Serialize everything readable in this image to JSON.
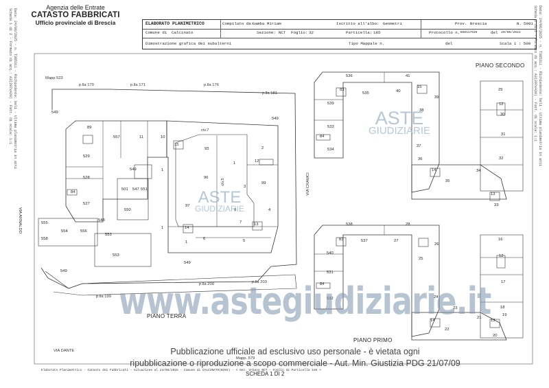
{
  "office": {
    "line1": "Agenzia delle Entrate",
    "line2": "CATASTO FABBRICATI",
    "line3": "Ufficio provinciale di  Brescia"
  },
  "header": {
    "title": "ELABORATO PLANIMETRICO",
    "compilato_label": "Compilato da:",
    "compilato_value": "Gamba Miriam",
    "iscritto_label": "Iscritto all'albo:",
    "iscritto_value": "Geometri",
    "prov_label": "Prov.",
    "prov_value": "Brescia",
    "n_label": "N.",
    "n_value": "5981",
    "comune_label": "Comune di",
    "comune_value": "Calcinato",
    "sezione_label": "Sezione:",
    "sezione_value": "NCT",
    "foglio_label": "Foglio:",
    "foglio_value": "32",
    "particella_label": "Particella:",
    "particella_value": "185",
    "protocollo_label": "Protocollo n.",
    "protocollo_value": "BS0117639",
    "del_label": "del",
    "del_value": "20/06/2022",
    "dimostrazione": "Dimostrazione grafica dei subalterni",
    "tipo_label": "Tipo Mappale n.",
    "tipo_del": "del",
    "scala_label": "Scala 1 : 500"
  },
  "plans": {
    "terra": "PIANO TERRA",
    "primo": "PIANO PRIMO",
    "secondo": "PIANO SECONDO"
  },
  "labels": {
    "mapp523": "Mapp 523",
    "pla170": "p.lla 170",
    "pla171": "p.lla 171",
    "pla176": "p.lla 176",
    "pla181": "p.lla 181",
    "pla199": "p.lla 199",
    "pla200": "p.lla 200",
    "pla203": "p.lla 203",
    "civ7": "civ.7",
    "civ5": "civ.5",
    "via_dante": "VIA  DANTE",
    "via_cramci": "VIA CRAMCI",
    "via_left": "VIA  ARNALDO",
    "mapp579": "Mapp. 579"
  },
  "units": {
    "terra": [
      "549",
      "89",
      "557",
      "11",
      "10",
      "15",
      "93",
      "2",
      "549",
      "529",
      "528",
      "84",
      "527",
      "549",
      "501",
      "547",
      "551",
      "550",
      "548",
      "555",
      "554",
      "556",
      "553",
      "558",
      "553",
      "549",
      "549",
      "96",
      "1",
      "99",
      "97",
      "14",
      "1",
      "6",
      "8",
      "7",
      "13",
      "5",
      "4",
      "12",
      "3",
      "1",
      "1"
    ],
    "secondo": [
      "536",
      "41",
      "83",
      "535",
      "40",
      "15",
      "39",
      "539",
      "38",
      "533",
      "84",
      "534",
      "37",
      "36",
      "14",
      "35",
      "34",
      "13",
      "33",
      "29",
      "12",
      "30",
      "31",
      "32"
    ],
    "primo": [
      "538",
      "28",
      "83",
      "537",
      "27",
      "26",
      "540",
      "25",
      "531",
      "84",
      "532",
      "24",
      "23",
      "14",
      "22",
      "21",
      "13",
      "16",
      "12",
      "17",
      "18",
      "19",
      "20"
    ]
  },
  "watermark": {
    "aste": "ASTE",
    "giudiziarie": "GIUDIZIARIE",
    "site": "www.astegiudiziarie.it"
  },
  "notice": {
    "line1": "Pubblicazione ufficiale ad esclusivo uso personale - è vietata ogni",
    "line2": "ripubblicazione o riproduzione a scopo commerciale - Aut. Min. Giustizia PDG 21/07/09"
  },
  "footer": {
    "line": "Elaborato Planimetrico - Catasto dei Fabbricati - Situazione al 24/06/2025 - Comune di CALCINATO(B394) - < Sez. Urbana NCT - Foglio 32 Particella 185 >",
    "scheda": "SCHEDA 1 DI 2"
  },
  "margins": {
    "left": "Data: 24/06/2025 - n. T385311 - Richiedente: beli - Ultima planimetria in atti",
    "left2": "Scheda 1 di 2 - Formato di acq.: A3(297x420) - Fatt. di scala: 1:1",
    "right": "Data: 24/06/2025 - n. T385311 - Richiedente: beli - Ultima planimetria in atti",
    "right2": "Scheda 1 di 2 - Formato di acq.: A3(297x420) - Fatt. di scala: 1:1"
  }
}
